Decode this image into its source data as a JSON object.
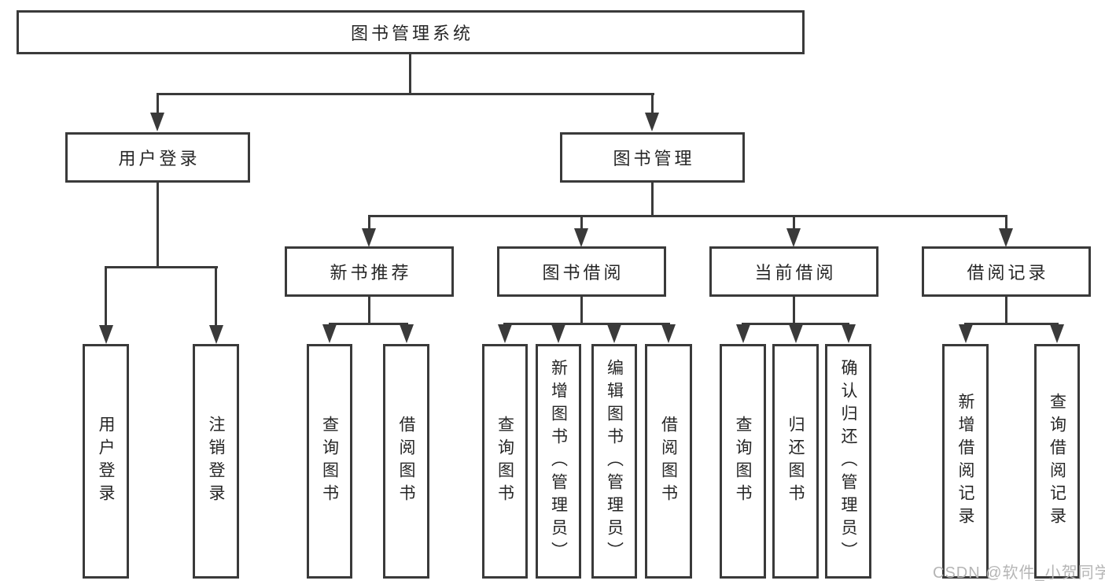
{
  "diagram": {
    "title_node": {
      "label": "图书管理系统"
    },
    "branches": [
      {
        "label": "用户登录",
        "leaves": [
          {
            "label": "用户登录"
          },
          {
            "label": "注销登录"
          }
        ]
      },
      {
        "label": "图书管理",
        "groups": [
          {
            "label": "新书推荐",
            "leaves": [
              {
                "label": "查询图书"
              },
              {
                "label": "借阅图书"
              }
            ]
          },
          {
            "label": "图书借阅",
            "leaves": [
              {
                "label": "查询图书"
              },
              {
                "label": "新增图书（管理员）"
              },
              {
                "label": "编辑图书（管理员）"
              },
              {
                "label": "借阅图书"
              }
            ]
          },
          {
            "label": "当前借阅",
            "leaves": [
              {
                "label": "查询图书"
              },
              {
                "label": "归还图书"
              },
              {
                "label": "确认归还（管理员）"
              }
            ]
          },
          {
            "label": "借阅记录",
            "leaves": [
              {
                "label": "新增借阅记录"
              },
              {
                "label": "查询借阅记录"
              }
            ]
          }
        ]
      }
    ]
  },
  "watermark": {
    "text": "CSDN @软件_小贺同学"
  },
  "colors": {
    "line": "#3a3a3a",
    "text": "#262626",
    "background": "#ffffff",
    "watermark": "#b5b5b5"
  }
}
